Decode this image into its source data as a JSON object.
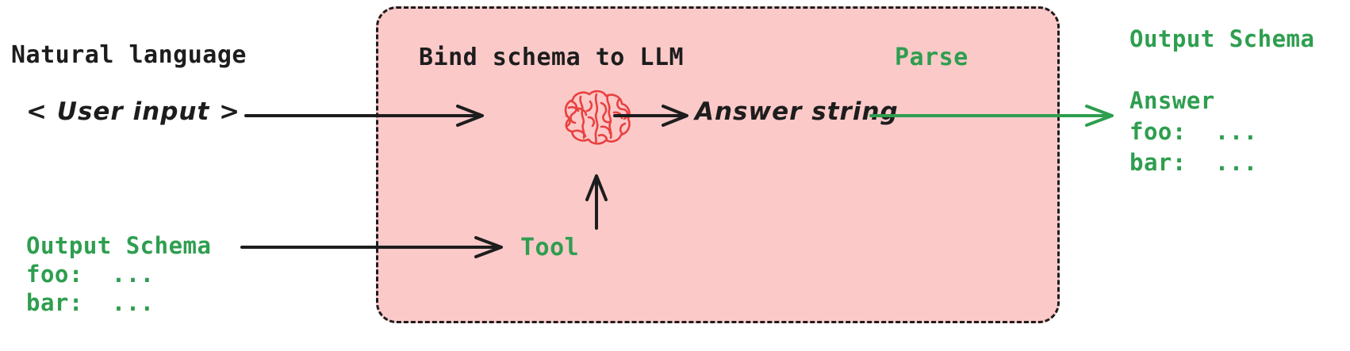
{
  "diagram": {
    "title": "Structured output via tool binding",
    "colors": {
      "panel_fill": "#fcc9c9",
      "panel_border": "#1d1d1d",
      "ink": "#1d1d1d",
      "green": "#2e9e4f",
      "brain_red": "#e8413f",
      "background": "#ffffff"
    }
  },
  "left": {
    "natural_language_label": "Natural language",
    "user_input_text": "< User input >",
    "input_schema": "Output Schema\nfoo:  ...\nbar:  ..."
  },
  "panel": {
    "bind_schema_label": "Bind schema to LLM",
    "parse_label": "Parse",
    "answer_string_text": "Answer string",
    "tool_label": "Tool",
    "brain_icon_name": "brain-icon"
  },
  "right": {
    "output_schema": "Output Schema\n\nAnswer\nfoo:  ...\nbar:  ..."
  },
  "arrows": [
    {
      "name": "arrow-user-input-to-llm",
      "color": "#1d1d1d",
      "from": "user input",
      "to": "LLM"
    },
    {
      "name": "arrow-llm-to-answer-string",
      "color": "#1d1d1d",
      "from": "LLM",
      "to": "answer string"
    },
    {
      "name": "arrow-answer-string-to-output",
      "color": "#2e9e4f",
      "from": "answer string",
      "to": "output schema"
    },
    {
      "name": "arrow-input-schema-to-tool",
      "color": "#1d1d1d",
      "from": "output schema",
      "to": "tool"
    },
    {
      "name": "arrow-tool-to-llm",
      "color": "#1d1d1d",
      "from": "tool",
      "to": "LLM"
    }
  ]
}
